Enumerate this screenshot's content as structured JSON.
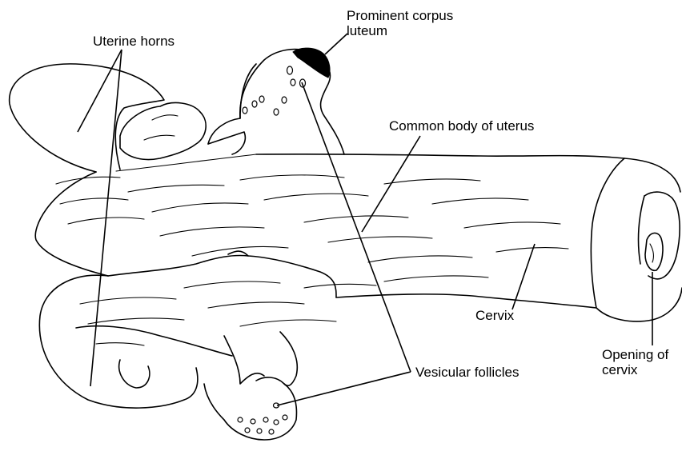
{
  "labels": {
    "uterine_horns": "Uterine horns",
    "corpus_luteum": [
      "Prominent corpus",
      "luteum"
    ],
    "common_body": "Common body of uterus",
    "cervix": "Cervix",
    "opening": [
      "Opening of",
      "cervix"
    ],
    "vesicular_follicles": "Vesicular follicles"
  }
}
